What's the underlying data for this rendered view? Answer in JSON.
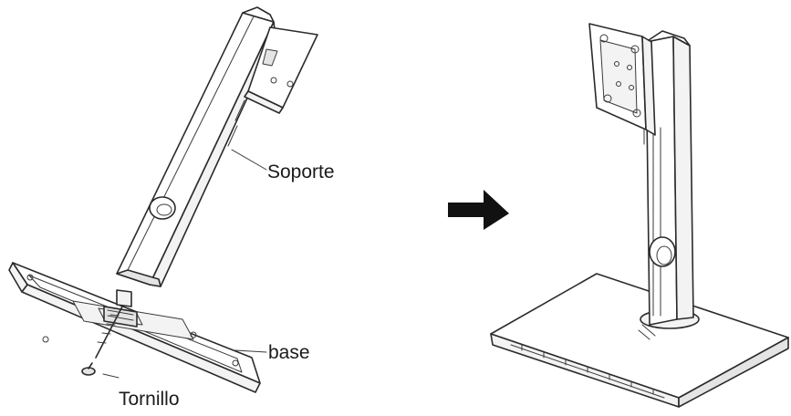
{
  "labels": {
    "soporte": "Soporte",
    "base": "base",
    "tornillo": "Tornillo"
  },
  "colors": {
    "line": "#2b2b2b",
    "arrow": "#111111",
    "background": "#ffffff"
  },
  "icons": {
    "direction": "right-arrow-icon"
  }
}
